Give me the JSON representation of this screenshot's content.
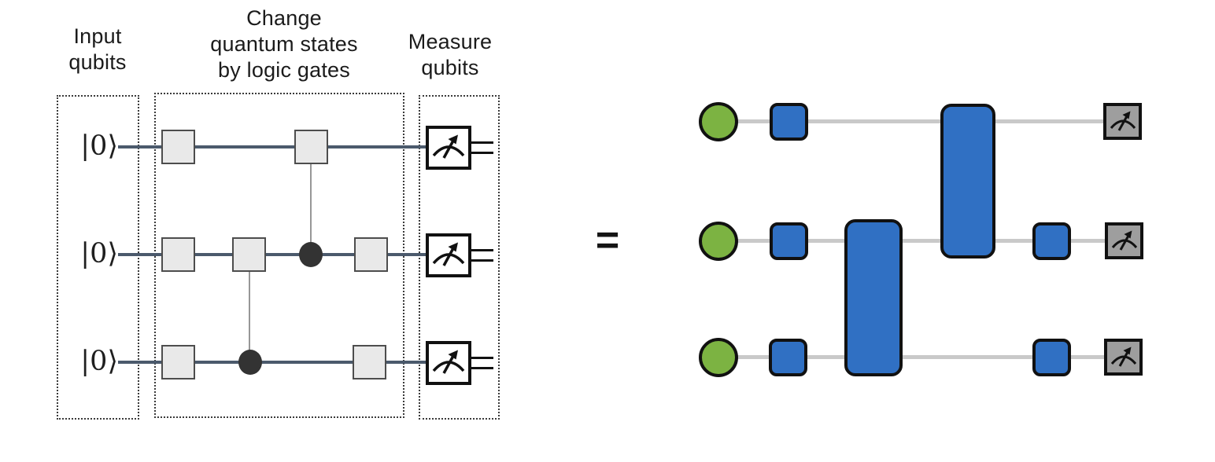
{
  "header": {
    "input": "Input\nqubits",
    "gates": "Change\nquantum states\nby logic gates",
    "measure": "Measure\nqubits"
  },
  "equals_sign": "=",
  "left_circuit": {
    "qubit_labels": [
      "|0⟩",
      "|0⟩",
      "|0⟩"
    ],
    "rows": 3,
    "gates_per_row": [
      2,
      3,
      2
    ],
    "controlled_gates": [
      {
        "gate_row": 1,
        "control_dot_row": 2
      },
      {
        "gate_row": 2,
        "control_dot_row": 3
      }
    ],
    "measurements": 3
  },
  "right_circuit": {
    "input_state_nodes": 3,
    "single_qubit_gates": 5,
    "two_qubit_gates": 2,
    "measurements": 3
  },
  "colors": {
    "state_green": "#7cb342",
    "gate_blue": "#3070c3",
    "measure_gray": "#9e9e9e",
    "wire_gray": "#c9c9c9",
    "left_wire": "#4b5a6c",
    "left_gate_fill": "#e9e9e9"
  }
}
